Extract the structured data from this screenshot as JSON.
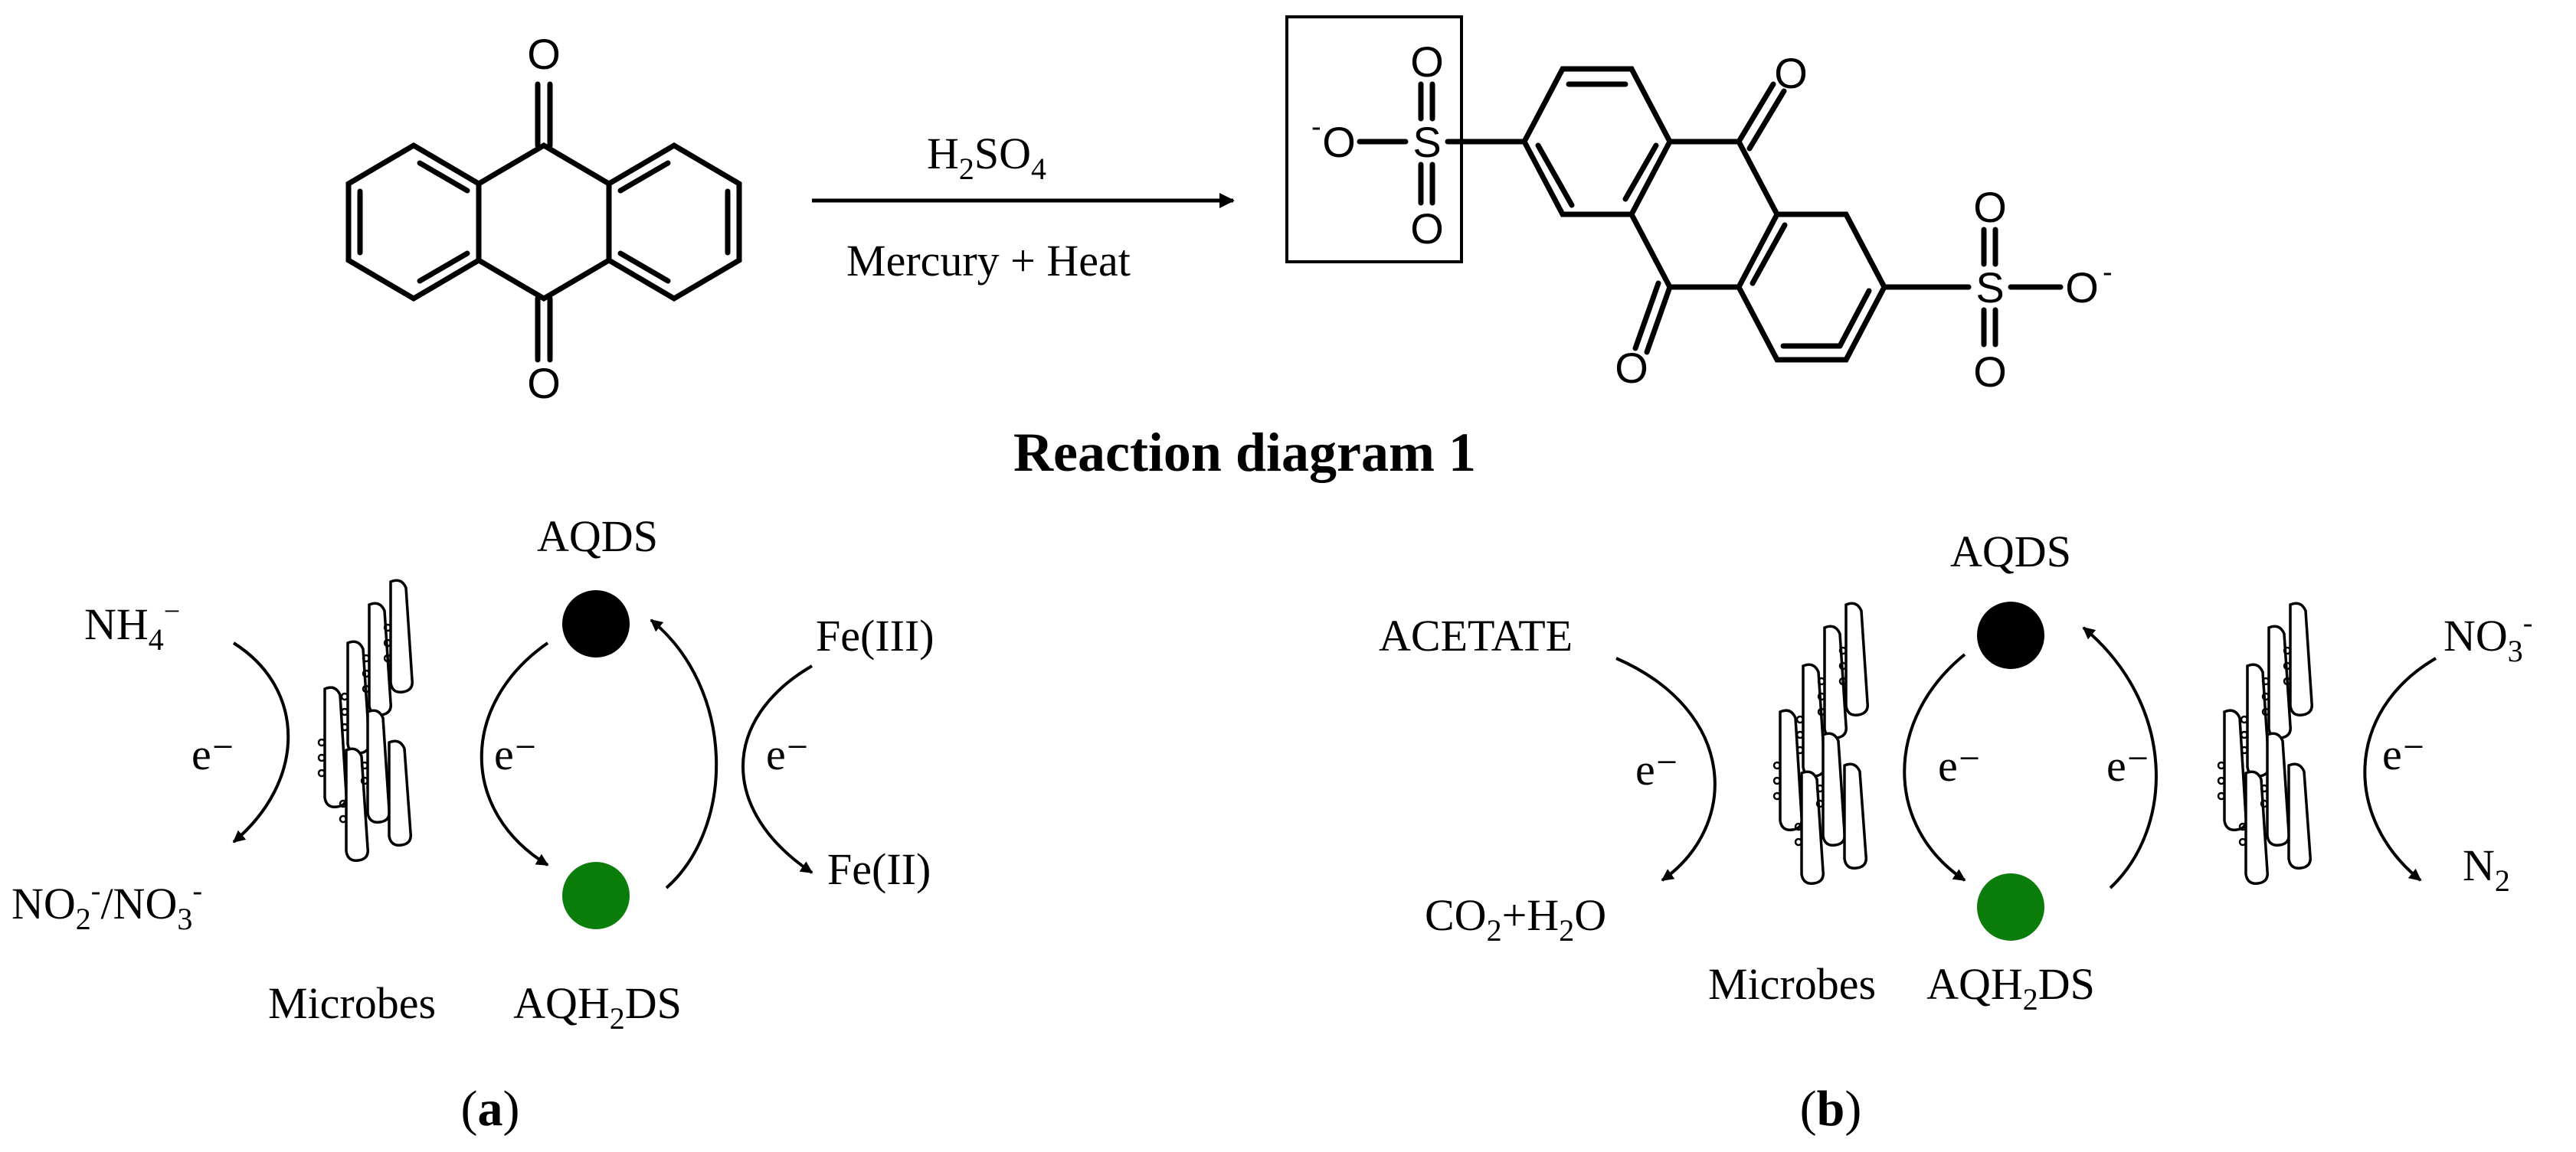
{
  "reaction": {
    "title": "Reaction diagram 1",
    "reagent_top": {
      "h": "H",
      "sub2": "2",
      "so": "SO",
      "sub4": "4"
    },
    "reagent_bottom": "Mercury  +  Heat",
    "atoms": {
      "oxygen": "O",
      "sulfur": "S",
      "charge_neg": "-"
    }
  },
  "panel_a": {
    "caption_letter": "a",
    "top_left": {
      "base": "NH",
      "sub": "4",
      "sup": "−"
    },
    "bottom_left": {
      "a": "NO",
      "a_sub": "2",
      "a_sup": "-",
      "sep": "/NO",
      "b_sub": "3",
      "b_sup": "-"
    },
    "electron": "e⁻",
    "aqds": "AQDS",
    "aqh2ds": {
      "a": "AQH",
      "sub": "2",
      "b": "DS"
    },
    "fe3": "Fe(III)",
    "fe2": "Fe(II)",
    "microbes": "Microbes"
  },
  "panel_b": {
    "caption_letter": "b",
    "acetate": "ACETATE",
    "co2h2o": {
      "a": "CO",
      "sub1": "2",
      "b": "+H",
      "sub2": "2",
      "c": "O"
    },
    "electron": "e⁻",
    "aqds": "AQDS",
    "aqh2ds": {
      "a": "AQH",
      "sub": "2",
      "b": "DS"
    },
    "no3": {
      "base": "NO",
      "sub": "3",
      "sup": "-"
    },
    "n2": {
      "base": "N",
      "sub": "2"
    },
    "microbes": "Microbes"
  },
  "colors": {
    "oxidized": "#000000",
    "reduced": "#0b7d0b"
  }
}
